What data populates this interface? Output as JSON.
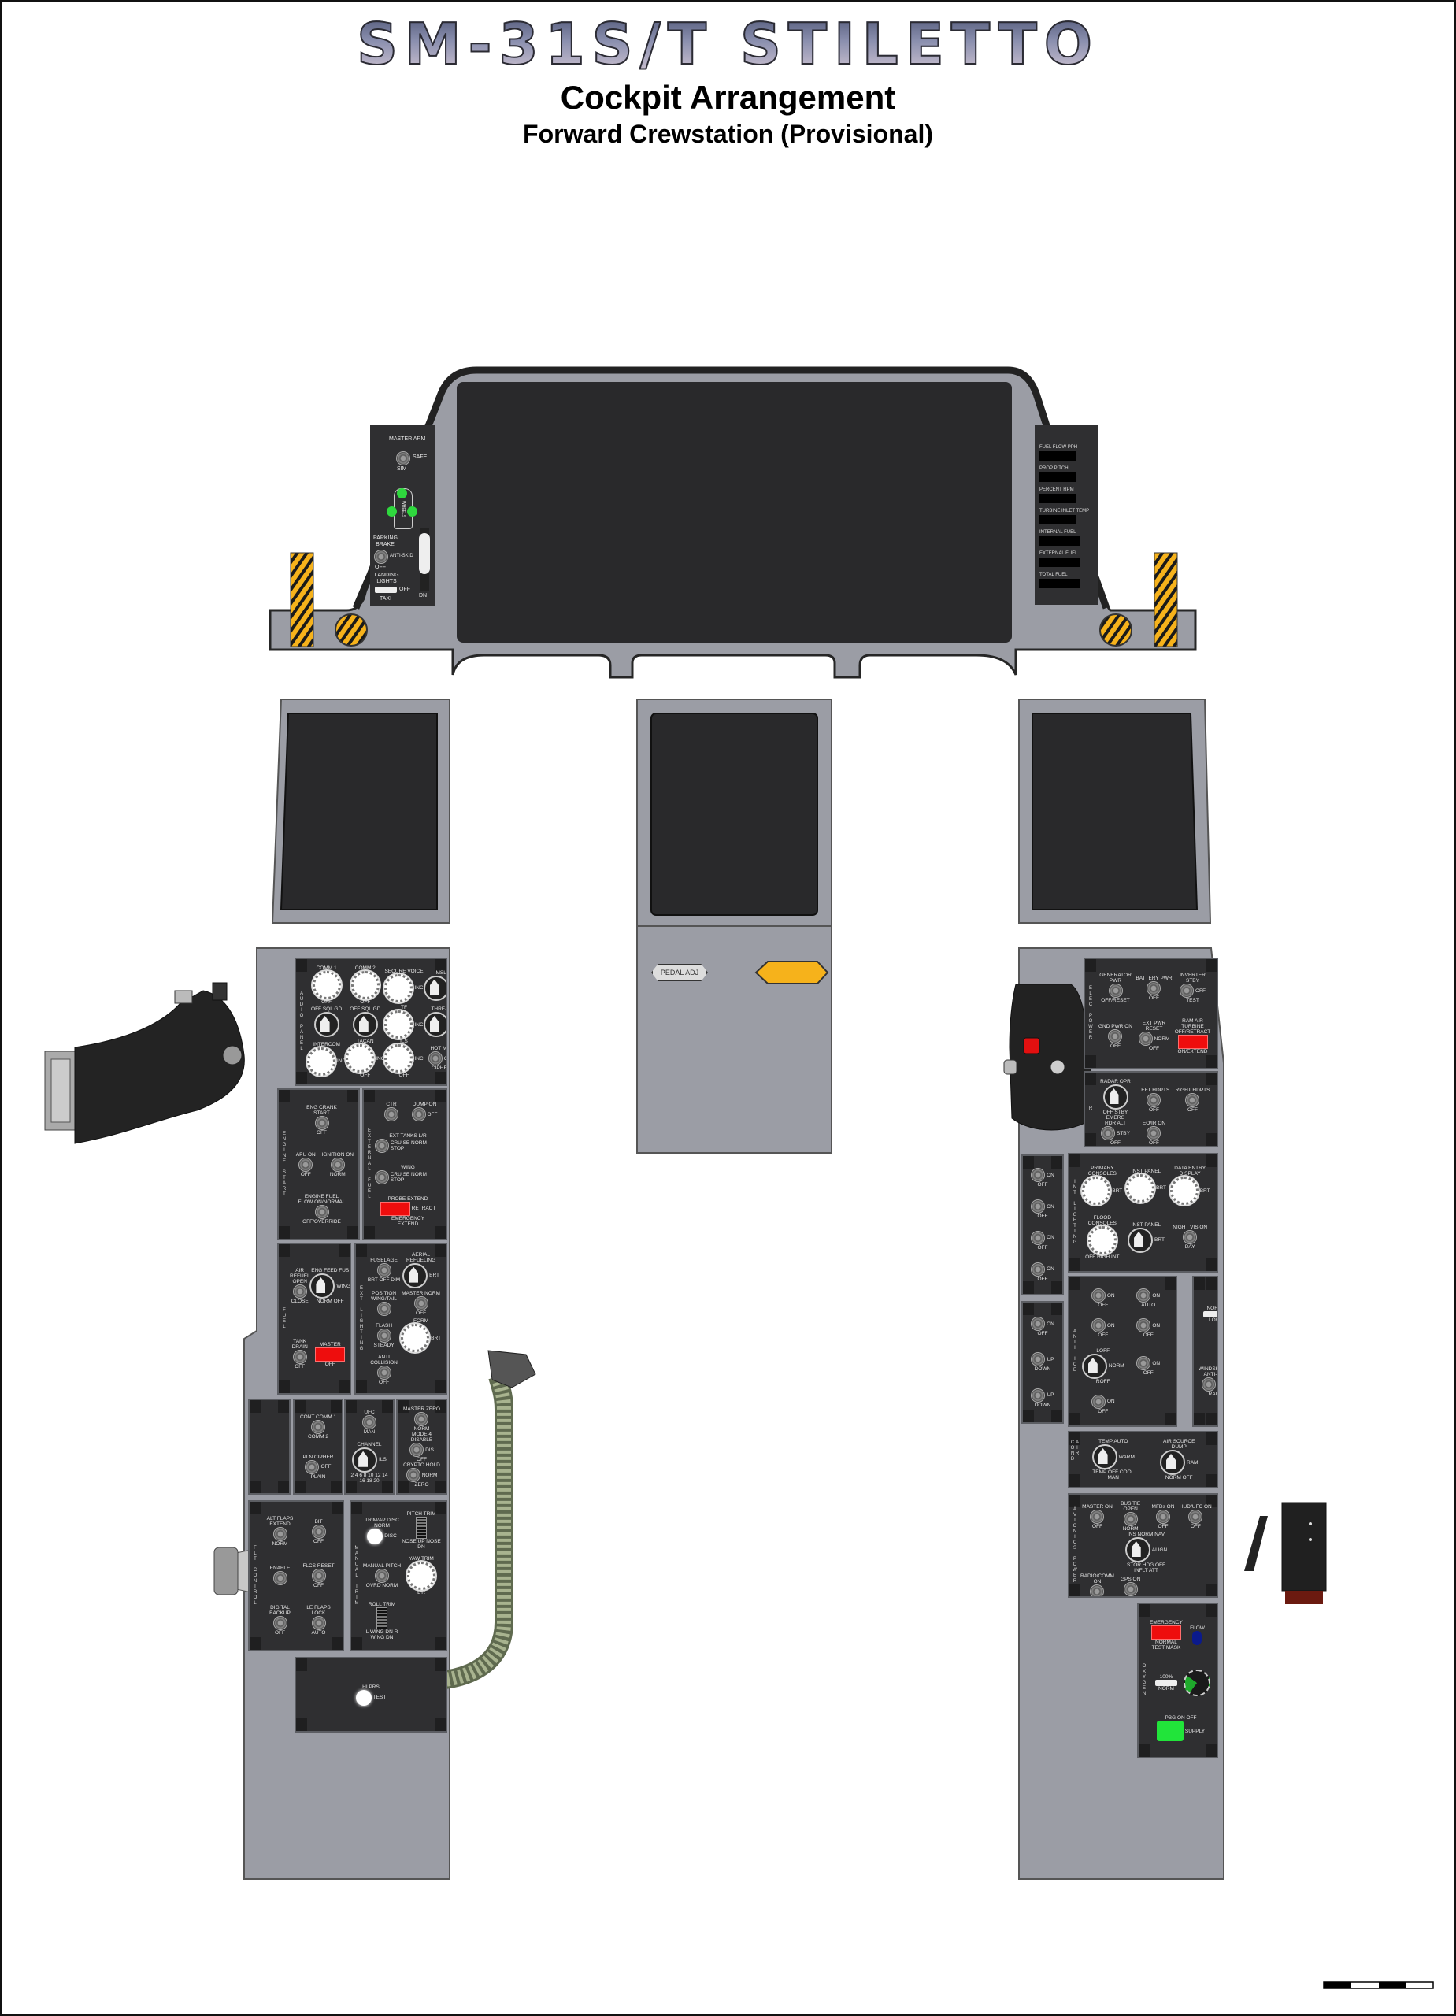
{
  "header": {
    "logo_title": "SM-31S/T STILETTO",
    "title": "Cockpit Arrangement",
    "subtitle": "Forward Crewstation (Provisional)"
  },
  "colors": {
    "console_gray": "#9a9ca4",
    "panel_dark": "#2f2f31",
    "gear_green": "#2fd83e",
    "warning_yellow": "#f6b21b",
    "guard_red": "#ee0d0d"
  },
  "glareshield": {
    "left_panel": {
      "master_arm": "MASTER ARM",
      "safe": "SAFE",
      "sim": "SIM",
      "wheels": "WHEELS",
      "parking_brake": "PARKING BRAKE",
      "anti_skid": "ANTI-SKID",
      "brake_off": "OFF",
      "landing_lights": "LANDING LIGHTS",
      "lights_off": "OFF",
      "taxi": "TAXI",
      "gear_dn": "DN"
    },
    "right_panel": {
      "readouts": [
        "FUEL FLOW PPH",
        "PROP PITCH",
        "PERCENT RPM",
        "TURBINE INLET TEMP",
        "INTERNAL FUEL",
        "EXTERNAL FUEL",
        "TOTAL FUEL"
      ]
    }
  },
  "center_console": {
    "pedal_adj": "PEDAL ADJ"
  },
  "panels": {
    "audio": {
      "title": "AUDIO PANEL",
      "controls": [
        {
          "kind": "knob",
          "top": "COMM 1",
          "bottom": "OFF"
        },
        {
          "kind": "knob",
          "top": "COMM 2",
          "bottom": "OFF"
        },
        {
          "kind": "knob",
          "top": "SECURE VOICE",
          "side": "INC"
        },
        {
          "kind": "rotary",
          "top": "MSL",
          "side": "INC"
        },
        {
          "kind": "rotary",
          "top": "OFF SQL GD"
        },
        {
          "kind": "rotary",
          "top": "OFF SQL GD"
        },
        {
          "kind": "knob",
          "top": "TF",
          "side": "INC"
        },
        {
          "kind": "rotary",
          "top": "THREAT",
          "side": "INC"
        },
        {
          "kind": "knob",
          "top": "INTERCOM",
          "side": "INC"
        },
        {
          "kind": "knob",
          "top": "TACAN",
          "bottom": "OFF",
          "side": "INC"
        },
        {
          "kind": "knob",
          "top": "ILS",
          "bottom": "OFF",
          "side": "INC"
        },
        {
          "kind": "toggle",
          "top": "HOT MIC",
          "bottom": "CIPHER",
          "side": "OFF"
        }
      ]
    },
    "engine_start": {
      "title": "ENGINE START",
      "controls": [
        {
          "kind": "toggle",
          "top": "ENG CRANK START",
          "bottom": "OFF",
          "wide": true
        },
        {
          "kind": "toggle",
          "top": "APU ON",
          "bottom": "OFF"
        },
        {
          "kind": "toggle",
          "top": "IGNITION ON",
          "bottom": "NORM"
        },
        {
          "kind": "toggle",
          "top": "ENGINE FUEL FLOW ON/NORMAL",
          "bottom": "OFF/OVERRIDE",
          "wide": true
        }
      ]
    },
    "external_fuel": {
      "title": "EXTERNAL FUEL",
      "controls": [
        {
          "kind": "toggle",
          "top": "CTR"
        },
        {
          "kind": "toggle",
          "top": "DUMP ON",
          "side": "OFF"
        },
        {
          "kind": "toggle",
          "top": "EXT TANKS L/R",
          "side": "CRUISE NORM STOP",
          "wide": true
        },
        {
          "kind": "toggle",
          "top": "WING",
          "side": "CRUISE NORM STOP",
          "wide": true
        },
        {
          "kind": "guard",
          "top": "PROBE EXTEND",
          "bottom": "EMERGENCY EXTEND",
          "side": "RETRACT",
          "wide": true
        }
      ]
    },
    "fuel": {
      "title": "FUEL",
      "controls": [
        {
          "kind": "toggle",
          "top": "AIR REFUEL OPEN",
          "bottom": "CLOSE"
        },
        {
          "kind": "rotary",
          "top": "ENG FEED FUS",
          "side": "WING",
          "bottom": "NORM OFF"
        },
        {
          "kind": "toggle",
          "top": "TANK DRAIN",
          "bottom": "OFF"
        },
        {
          "kind": "guard",
          "top": "MASTER",
          "bottom": "OFF"
        }
      ]
    },
    "ext_lighting": {
      "title": "EXT LIGHTING",
      "controls": [
        {
          "kind": "toggle",
          "top": "FUSELAGE",
          "bottom": "BRT OFF DIM"
        },
        {
          "kind": "rotary",
          "top": "AERIAL REFUELING",
          "side": "BRT"
        },
        {
          "kind": "toggle",
          "top": "POSITION WING/TAIL"
        },
        {
          "kind": "toggle",
          "top": "MASTER NORM",
          "bottom": "OFF"
        },
        {
          "kind": "toggle",
          "top": "FLASH",
          "bottom": "STEADY"
        },
        {
          "kind": "knob",
          "top": "FORM",
          "side": "BRT"
        },
        {
          "kind": "toggle",
          "top": "ANTI COLLISION",
          "bottom": "OFF"
        }
      ]
    },
    "comm_plain": {
      "controls": [
        {
          "kind": "toggle",
          "top": "CONT COMM 1",
          "bottom": "COMM 2"
        },
        {
          "kind": "toggle",
          "top": "PLN CIPHER",
          "bottom": "PLAIN",
          "side": "OFF"
        }
      ]
    },
    "comm_channel": {
      "controls": [
        {
          "kind": "toggle",
          "top": "UFC",
          "bottom": "MAN"
        },
        {
          "kind": "rotary",
          "top": "CHANNEL",
          "side": "ILS",
          "bottom": "2 4 6 8 10 12 14 16 18 20"
        }
      ]
    },
    "comm_crypto": {
      "controls": [
        {
          "kind": "toggle",
          "top": "MASTER ZERO",
          "bottom": "NORM"
        },
        {
          "kind": "toggle",
          "top": "MODE 4 DISABLE",
          "side": "DIS",
          "bottom": "OFF"
        },
        {
          "kind": "toggle",
          "top": "CRYPTO HOLD",
          "bottom": "ZERO",
          "side": "NORM"
        }
      ]
    },
    "flt_control": {
      "title": "FLT CONTROL",
      "controls": [
        {
          "kind": "toggle",
          "top": "ALT FLAPS EXTEND",
          "bottom": "NORM"
        },
        {
          "kind": "toggle",
          "top": "BIT",
          "bottom": "OFF"
        },
        {
          "kind": "toggle",
          "top": "ENABLE"
        },
        {
          "kind": "toggle",
          "top": "FLCS RESET",
          "bottom": "OFF"
        },
        {
          "kind": "toggle",
          "top": "DIGITAL BACKUP",
          "bottom": "OFF"
        },
        {
          "kind": "toggle",
          "top": "LE FLAPS LOCK",
          "bottom": "AUTO"
        }
      ]
    },
    "manual_trim": {
      "title": "MANUAL TRIM",
      "controls": [
        {
          "kind": "light",
          "top": "TRIM/AP DISC NORM",
          "side": "DISC"
        },
        {
          "kind": "wheel",
          "top": "PITCH TRIM",
          "bottom": "NOSE UP  NOSE DN"
        },
        {
          "kind": "toggle",
          "top": "MANUAL PITCH",
          "bottom": "OVRD  NORM"
        },
        {
          "kind": "knob",
          "top": "YAW TRIM",
          "bottom": "L  R"
        },
        {
          "kind": "wheel",
          "top": "ROLL TRIM",
          "bottom": "L WING DN  R WING DN"
        }
      ]
    },
    "oxy_test": {
      "controls": [
        {
          "kind": "light",
          "top": "HI PRS",
          "side": "TEST"
        }
      ]
    },
    "elec_power": {
      "title": "ELEC POWER",
      "controls": [
        {
          "kind": "toggle",
          "top": "GENERATOR PWR",
          "bottom": "OFF/RESET"
        },
        {
          "kind": "toggle",
          "top": "BATTERY PWR",
          "bottom": "OFF"
        },
        {
          "kind": "toggle",
          "top": "INVERTER STBY",
          "bottom": "TEST",
          "side": "OFF"
        },
        {
          "kind": "toggle",
          "top": "GND PWR ON",
          "bottom": "OFF"
        },
        {
          "kind": "toggle",
          "top": "EXT PWR RESET",
          "bottom": "OFF",
          "side": "NORM"
        },
        {
          "kind": "guard",
          "top": "RAM AIR TURBINE OFF/RETRACT",
          "bottom": "ON/EXTEND"
        }
      ]
    },
    "radar": {
      "title": "R",
      "controls": [
        {
          "kind": "rotary",
          "top": "RADAR OPR",
          "bottom": "OFF STBY EMERG"
        },
        {
          "kind": "toggle",
          "top": "LEFT HDPTS",
          "bottom": "OFF"
        },
        {
          "kind": "toggle",
          "top": "RIGHT HDPTS",
          "bottom": "OFF"
        },
        {
          "kind": "toggle",
          "top": "RDR ALT",
          "bottom": "OFF",
          "side": "STBY"
        },
        {
          "kind": "toggle",
          "top": "EO/IR ON",
          "bottom": "OFF"
        }
      ]
    },
    "lights_col1": {
      "controls": [
        {
          "kind": "toggle",
          "side": "ON",
          "bottom": "OFF"
        },
        {
          "kind": "toggle",
          "side": "ON",
          "bottom": "OFF"
        },
        {
          "kind": "toggle",
          "side": "ON",
          "bottom": "OFF"
        },
        {
          "kind": "toggle",
          "side": "ON",
          "bottom": "OFF"
        }
      ]
    },
    "lights_col2": {
      "controls": [
        {
          "kind": "toggle",
          "side": "ON",
          "bottom": "OFF"
        },
        {
          "kind": "toggle",
          "side": "UP",
          "bottom": "DOWN"
        },
        {
          "kind": "toggle",
          "side": "UP",
          "bottom": "DOWN"
        }
      ]
    },
    "int_lighting": {
      "title": "INT LIGHTING",
      "controls": [
        {
          "kind": "knob",
          "top": "PRIMARY CONSOLES",
          "side": "BRT"
        },
        {
          "kind": "knob",
          "top": "INST PANEL",
          "side": "BRT"
        },
        {
          "kind": "knob",
          "top": "DATA ENTRY DISPLAY",
          "side": "BRT"
        },
        {
          "kind": "knob",
          "top": "FLOOD CONSOLES",
          "bottom": "OFF  HIGH INT"
        },
        {
          "kind": "rotary",
          "top": "INST PANEL",
          "side": "BRT"
        },
        {
          "kind": "toggle",
          "top": "NIGHT VISION",
          "bottom": "DAY"
        }
      ]
    },
    "anti_ice": {
      "title": "ANTI ICE",
      "controls": [
        {
          "kind": "toggle",
          "side": "ON",
          "bottom": "OFF"
        },
        {
          "kind": "toggle",
          "side": "ON",
          "bottom": "AUTO"
        },
        {
          "kind": "toggle",
          "side": "ON",
          "bottom": "OFF"
        },
        {
          "kind": "toggle",
          "side": "ON",
          "bottom": "OFF"
        },
        {
          "kind": "rotary",
          "top": "LOFF",
          "bottom": "ROFF",
          "side": "NORM"
        },
        {
          "kind": "toggle",
          "side": "ON",
          "bottom": "OFF"
        },
        {
          "kind": "toggle",
          "side": "ON",
          "bottom": "OFF"
        }
      ]
    },
    "windshield": {
      "controls": [
        {
          "kind": "slider",
          "top": "NORM",
          "bottom": "LOW"
        },
        {
          "kind": "toggle",
          "top": "WINDSHIELD ANTI-ICE",
          "side": "OFF",
          "bottom": "RAIN"
        }
      ]
    },
    "air_cond": {
      "title": "AIR COND",
      "controls": [
        {
          "kind": "rotary",
          "top": "TEMP AUTO",
          "side": "WARM",
          "bottom": "TEMP OFF  COOL  MAN"
        },
        {
          "kind": "rotary",
          "top": "AIR SOURCE DUMP",
          "side": "RAM",
          "bottom": "NORM  OFF"
        }
      ]
    },
    "avionics": {
      "title": "AVIONICS POWER",
      "controls": [
        {
          "kind": "toggle",
          "top": "MASTER ON",
          "bottom": "OFF"
        },
        {
          "kind": "toggle",
          "top": "BUS TIE OPEN",
          "bottom": "NORM"
        },
        {
          "kind": "toggle",
          "top": "MFDs ON",
          "bottom": "OFF"
        },
        {
          "kind": "toggle",
          "top": "HUD/UFC ON",
          "bottom": "OFF"
        },
        {
          "kind": "rotary",
          "top": "INS NORM NAV",
          "side": "ALIGN",
          "bottom": "STOR HDG  OFF  INFLT  ATT",
          "wide": true
        },
        {
          "kind": "toggle",
          "top": "RADIO/COMM ON",
          "bottom": "OFF"
        },
        {
          "kind": "toggle",
          "top": "GPS ON",
          "bottom": "OFF"
        }
      ]
    },
    "oxygen": {
      "title": "OXYGEN",
      "controls": [
        {
          "kind": "guard",
          "top": "EMERGENCY",
          "bottom": "NORMAL  TEST MASK"
        },
        {
          "kind": "bluelight",
          "top": "FLOW"
        },
        {
          "kind": "slider",
          "top": "100%",
          "bottom": "NORM"
        },
        {
          "kind": "gauge"
        },
        {
          "kind": "greenbtn",
          "top": "PBG ON OFF",
          "side": "SUPPLY",
          "wide": true
        }
      ]
    }
  }
}
